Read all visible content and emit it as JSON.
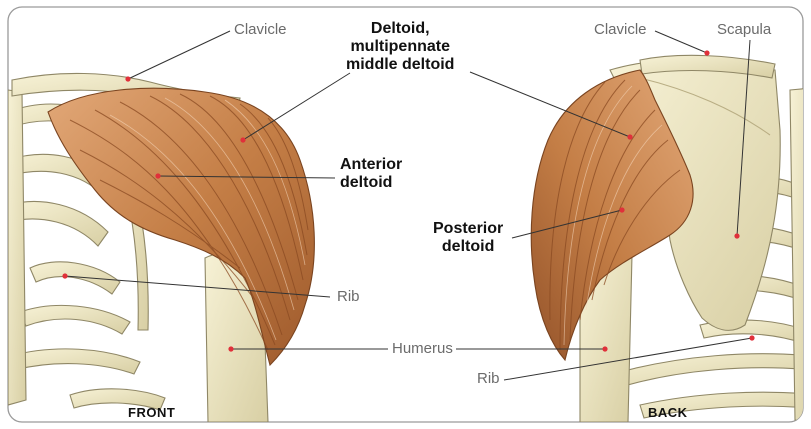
{
  "labels": {
    "clavicle_front": "Clavicle",
    "clavicle_back": "Clavicle",
    "scapula": "Scapula",
    "deltoid_line1": "Deltoid,",
    "deltoid_line2": "multipennate",
    "deltoid_line3": "middle deltoid",
    "anterior_line1": "Anterior",
    "anterior_line2": "deltoid",
    "posterior_line1": "Posterior",
    "posterior_line2": "deltoid",
    "rib_front": "Rib",
    "rib_back": "Rib",
    "humerus": "Humerus",
    "front": "FRONT",
    "back": "BACK"
  },
  "colors": {
    "bone": "#efe9c6",
    "bone_shadow": "#c9c19a",
    "muscle": "#c8864d",
    "muscle_dark": "#9e5a2c",
    "muscle_light": "#e7b486",
    "dot": "#e0303a",
    "frame": "#9a9a9a"
  }
}
